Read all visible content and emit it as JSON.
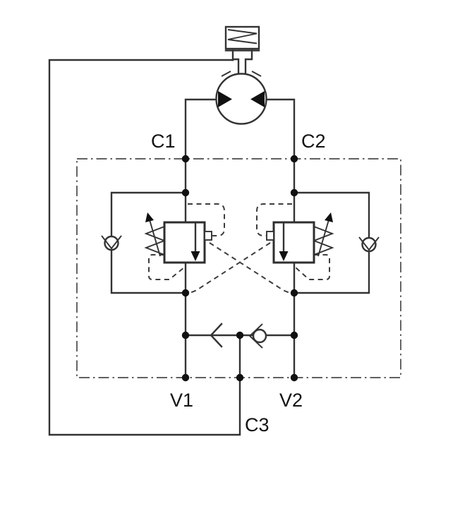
{
  "diagram": {
    "type": "hydraulic-schematic",
    "description": "Dual counterbalance valve block for a bidirectional hydraulic motor with spring-applied brake and brake-release shuttle line",
    "colors": {
      "line": "#333333",
      "node": "#111111",
      "background": "#ffffff",
      "boundary": "#4a4a4a"
    },
    "labels": {
      "c1": "C1",
      "c2": "C2",
      "v1": "V1",
      "v2": "V2",
      "c3": "C3"
    },
    "components": [
      "spring-applied-brake-cylinder",
      "bidirectional-hydraulic-motor",
      "left-counterbalance-relief-valve",
      "right-counterbalance-relief-valve",
      "left-anticavitation-check-valve",
      "right-anticavitation-check-valve",
      "brake-shuttle-check-valve",
      "flow-direction-chevron",
      "valve-block-boundary",
      "crossover-pilot-lines"
    ]
  }
}
